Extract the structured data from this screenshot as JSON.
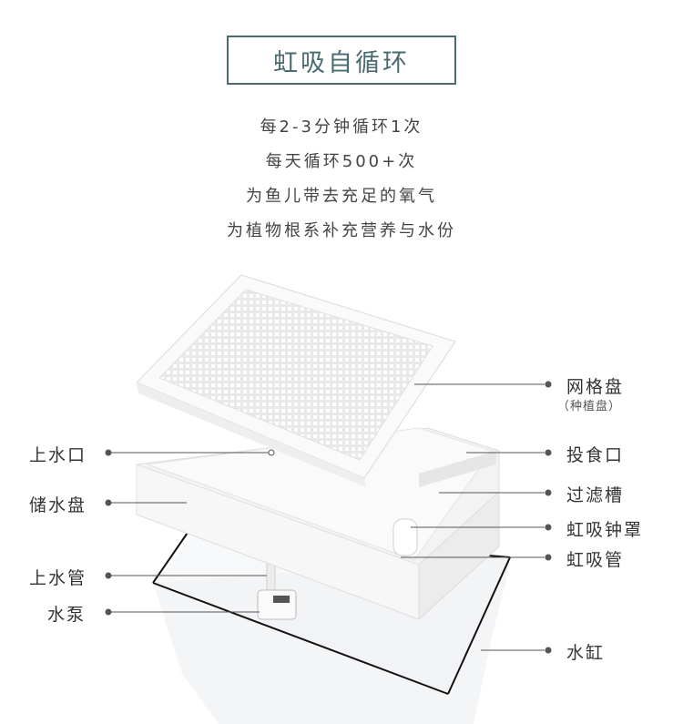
{
  "title": "虹吸自循环",
  "subtitle_lines": [
    "每2-3分钟循环1次",
    "每天循环500+次",
    "为鱼儿带去充足的氧气",
    "为植物根系补充营养与水份"
  ],
  "callouts": {
    "mesh_tray": "网格盘",
    "mesh_tray_note": "（种植盘）",
    "water_inlet": "上水口",
    "feeding_port": "投食口",
    "reservoir": "储水盘",
    "filter_groove": "过滤槽",
    "siphon_bell": "虹吸钟罩",
    "siphon_tube": "虹吸管",
    "inlet_pipe": "上水管",
    "pump": "水泵",
    "tank": "水缸"
  },
  "colors": {
    "title_accent": "#4a6b72",
    "leader_line": "#555555",
    "product_white": "#f7f7f7"
  }
}
